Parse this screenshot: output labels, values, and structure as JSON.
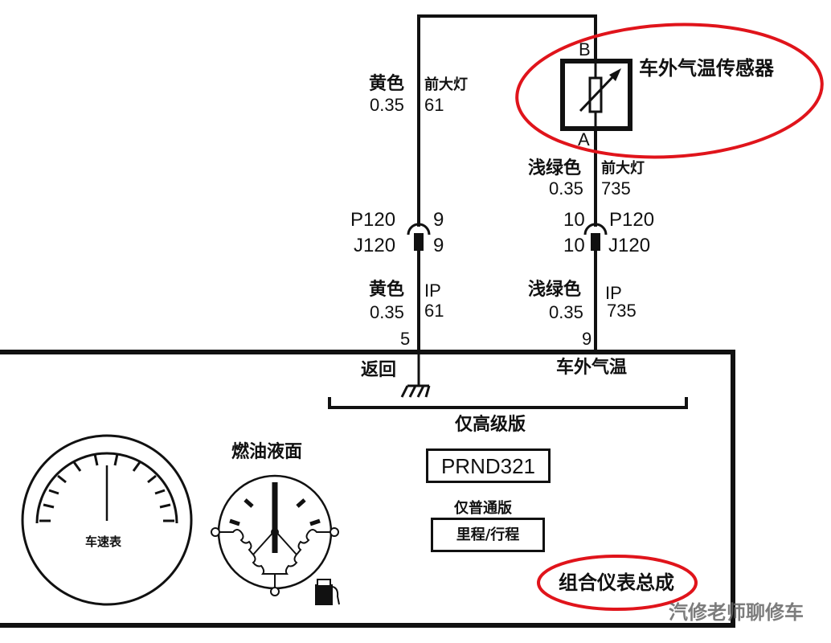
{
  "sensor": {
    "title": "车外气温传感器",
    "pin_top": "B",
    "pin_bottom": "A"
  },
  "wire_left_upper": {
    "color": "黄色",
    "gauge": "0.35",
    "harness": "前大灯",
    "circuit": "61"
  },
  "wire_right_upper": {
    "color": "浅绿色",
    "gauge": "0.35",
    "harness": "前大灯",
    "circuit": "735"
  },
  "connector_left": {
    "plug": "P120",
    "jack": "J120",
    "plug_pin": "9",
    "jack_pin": "9"
  },
  "connector_right": {
    "plug": "P120",
    "jack": "J120",
    "plug_pin": "10",
    "jack_pin": "10"
  },
  "wire_left_lower": {
    "color": "黄色",
    "gauge": "0.35",
    "harness": "IP",
    "circuit": "61",
    "cluster_pin": "5"
  },
  "wire_right_lower": {
    "color": "浅绿色",
    "gauge": "0.35",
    "harness": "IP",
    "circuit": "735",
    "cluster_pin": "9"
  },
  "cluster": {
    "return_label": "返回",
    "ambient_label": "车外气温",
    "premium_only": "仅高级版",
    "prnd_display": "PRND321",
    "base_only": "仅普通版",
    "odometer_display": "里程/行程",
    "fuel_gauge_label": "燃油液面",
    "speedometer_label": "车速表",
    "assembly_title": "组合仪表总成"
  },
  "watermark": "汽修老师聊修车",
  "colors": {
    "line": "#111111",
    "highlight": "#e0141b",
    "background": "#ffffff"
  }
}
